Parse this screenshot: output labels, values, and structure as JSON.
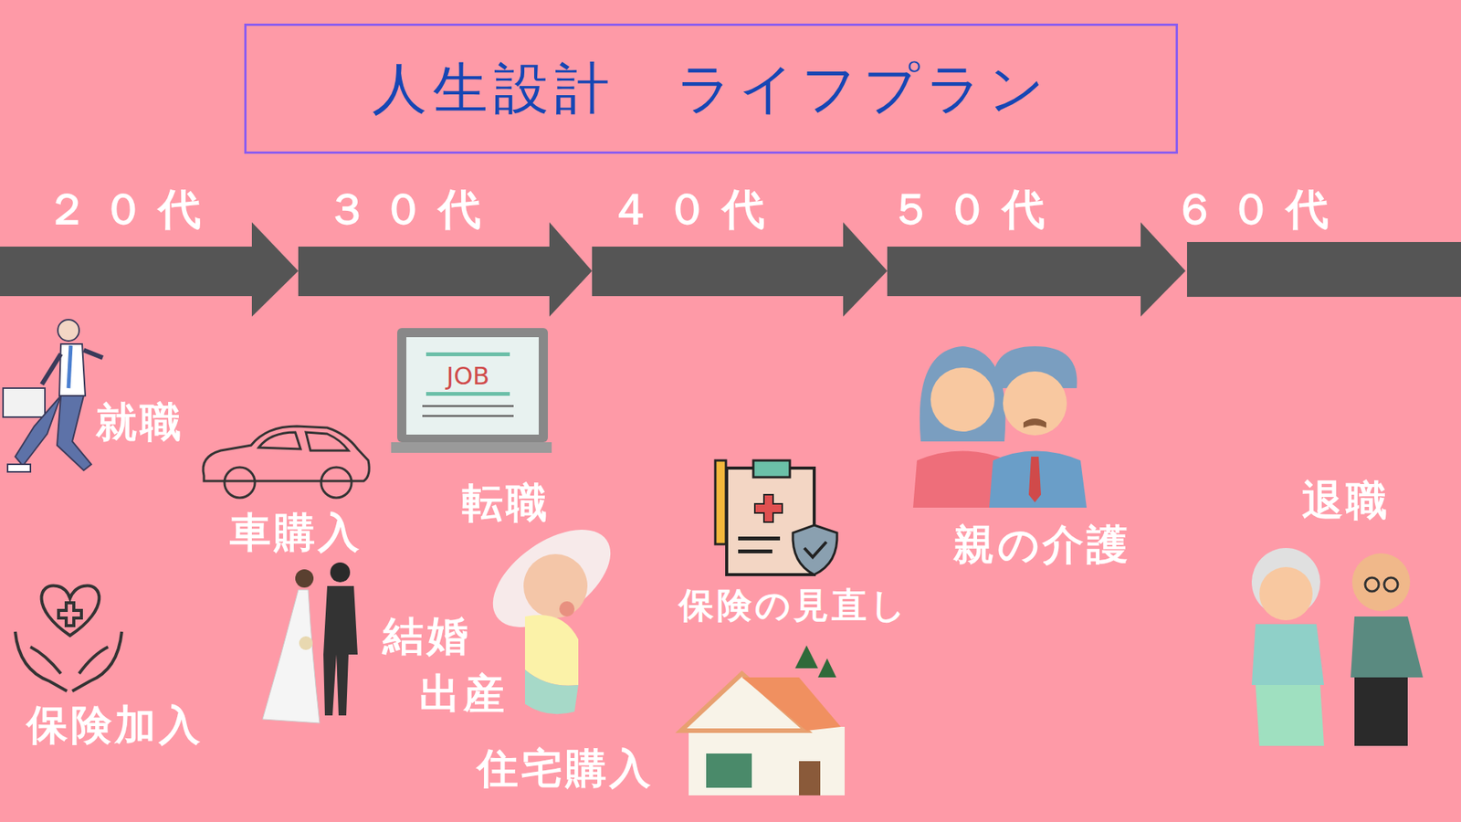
{
  "diagram": {
    "title": "人生設計　ライフプラン",
    "labels": [
      "２０代",
      "３０代",
      "４０代",
      "５０代",
      "６０代",
      "就職",
      "車購入",
      "転職",
      "保険加入",
      "結婚",
      "出産",
      "住宅購入",
      "保険の見直し",
      "親の介護",
      "退職"
    ]
  }
}
